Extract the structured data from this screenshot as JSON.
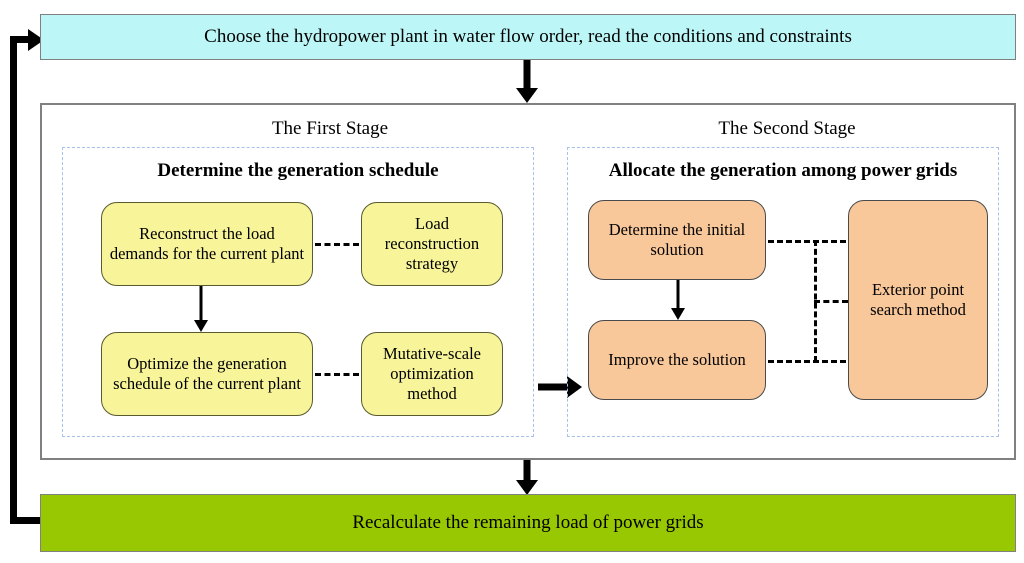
{
  "diagram": {
    "title_top": "Choose the hydropower plant in water flow order, read the conditions and constraints",
    "title_bottom": "Recalculate the remaining load of power grids",
    "colors": {
      "top_bar": "#bdf6f7",
      "bottom_bar": "#97c801",
      "first_stage_node": "#f7f49a",
      "second_stage_node": "#f8c79a",
      "panel_dash": "#a8c0ec",
      "container_border": "#808080"
    },
    "stages": [
      {
        "caption": "The First Stage",
        "panel_title": "Determine the generation schedule",
        "nodes": [
          {
            "id": "reconstruct",
            "label": "Reconstruct the load demands for the current plant"
          },
          {
            "id": "load_strategy",
            "label": "Load reconstruction strategy"
          },
          {
            "id": "optimize",
            "label": "Optimize the generation schedule of the current plant"
          },
          {
            "id": "mutative",
            "label": "Mutative-scale optimization method"
          }
        ]
      },
      {
        "caption": "The Second Stage",
        "panel_title": "Allocate the generation among power grids",
        "nodes": [
          {
            "id": "initial",
            "label": "Determine the initial solution"
          },
          {
            "id": "improve",
            "label": "Improve the solution"
          },
          {
            "id": "exterior",
            "label": "Exterior point search method"
          }
        ]
      }
    ]
  }
}
